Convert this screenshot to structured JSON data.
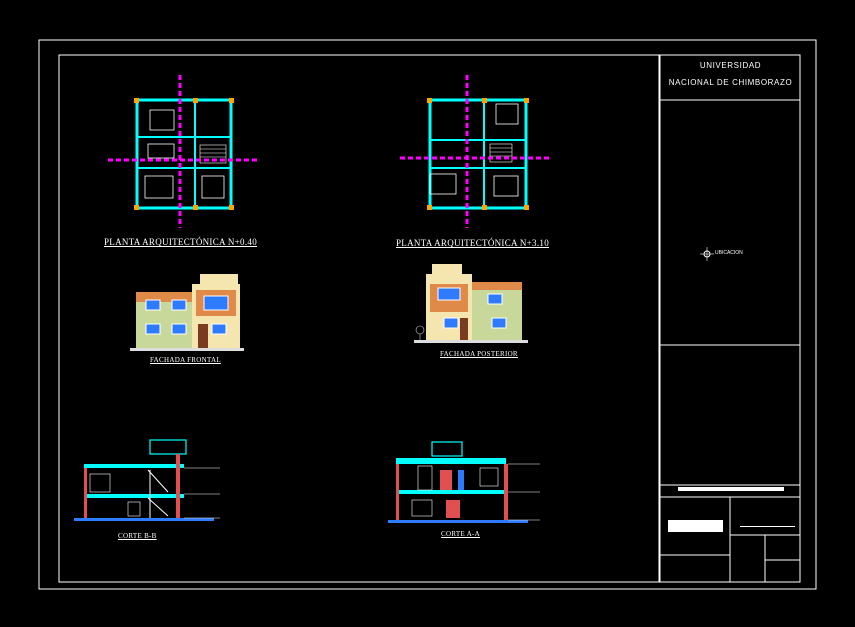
{
  "university": {
    "line1": "UNIVERSIDAD",
    "line2": "NACIONAL DE CHIMBORAZO"
  },
  "titleblock": {
    "ubicacion": "UBICACION"
  },
  "drawings": {
    "plan1": "PLANTA ARQUITECTÓNICA N+0.40",
    "plan2": "PLANTA ARQUITECTÓNICA N+3.10",
    "fachada_frontal": "FACHADA FRONTAL",
    "fachada_posterior": "FACHADA POSTERIOR",
    "corte_bb": "CORTE B-B",
    "corte_aa": "CORTE A-A"
  },
  "colors": {
    "frame": "#ffffff",
    "walls": "#00ffff",
    "axes": "#ff00ff",
    "facade_wall": "#c8d89a",
    "facade_accent": "#e08a4a",
    "window": "#2f7bff"
  }
}
